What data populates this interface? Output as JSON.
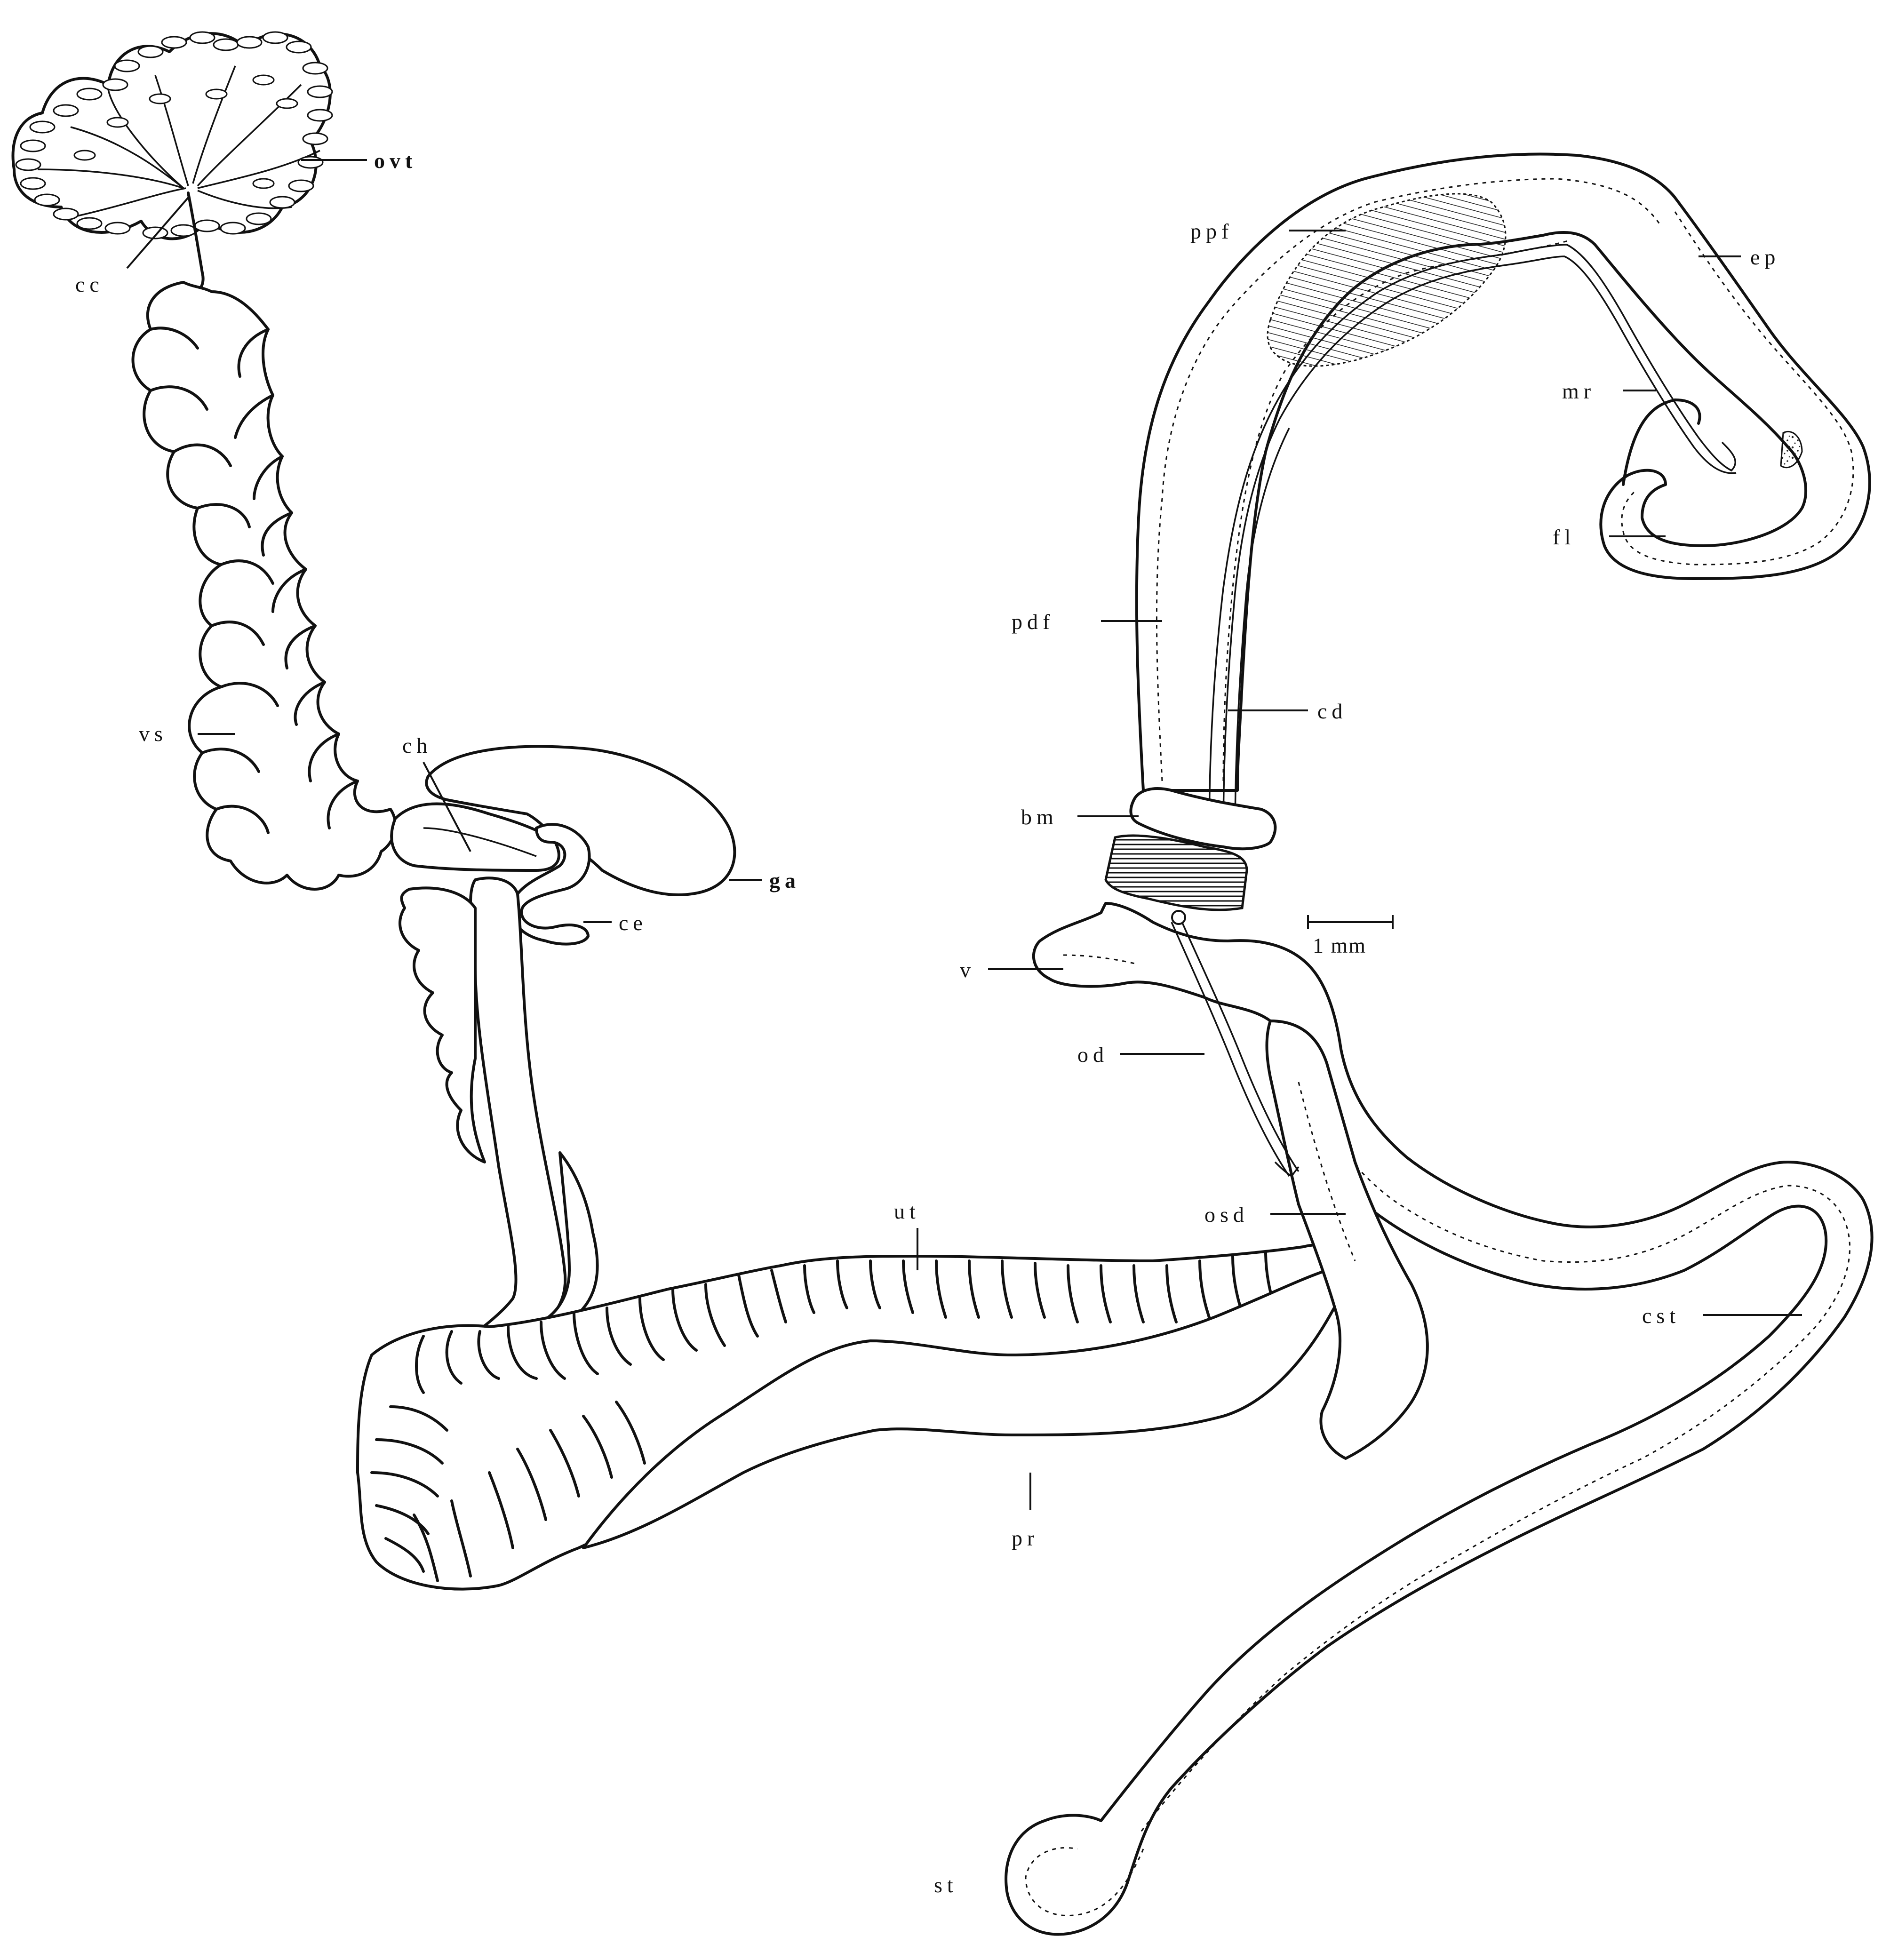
{
  "figure": {
    "scale_bar": "1 mm",
    "labels": {
      "ovt": "ovt",
      "cc": "cc",
      "vs": "vs",
      "ch": "ch",
      "ga": "ga",
      "ce": "ce",
      "ut": "ut",
      "pr": "pr",
      "ppf": "ppf",
      "ep": "ep",
      "mr": "mr",
      "fl": "fl",
      "pdf": "pdf",
      "cd": "cd",
      "bm": "bm",
      "v": "v",
      "od": "od",
      "osd": "osd",
      "cst": "cst",
      "st": "st"
    }
  }
}
